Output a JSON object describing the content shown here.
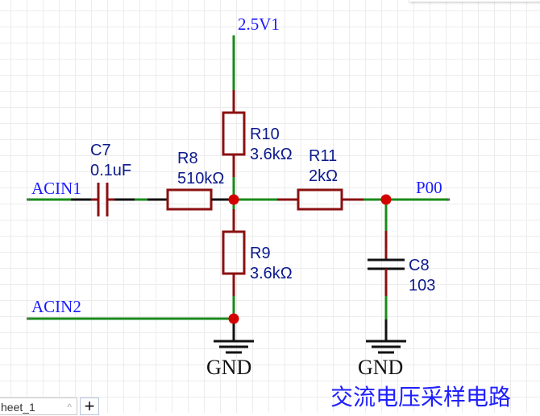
{
  "schematic": {
    "title": "交流电压采样电路",
    "nets": {
      "vref": "2.5V1",
      "input1": "ACIN1",
      "input2": "ACIN2",
      "output": "P00",
      "ground1": "GND",
      "ground2": "GND"
    },
    "components": {
      "C7": {
        "ref": "C7",
        "value": "0.1uF"
      },
      "R8": {
        "ref": "R8",
        "value": "510kΩ"
      },
      "R10": {
        "ref": "R10",
        "value": "3.6kΩ"
      },
      "R11": {
        "ref": "R11",
        "value": "2kΩ"
      },
      "R9": {
        "ref": "R9",
        "value": "3.6kΩ"
      },
      "C8": {
        "ref": "C8",
        "value": "103"
      }
    },
    "colors": {
      "wire": "#1a8a1a",
      "component": "#8b1010",
      "junction": "#d40000",
      "net_label": "#1a1aff",
      "designator": "#0c1a8c"
    }
  },
  "footer": {
    "sheet_tab_label": "heet_1",
    "sheet_tab_chevron": "^",
    "add_sheet_label": "+"
  }
}
